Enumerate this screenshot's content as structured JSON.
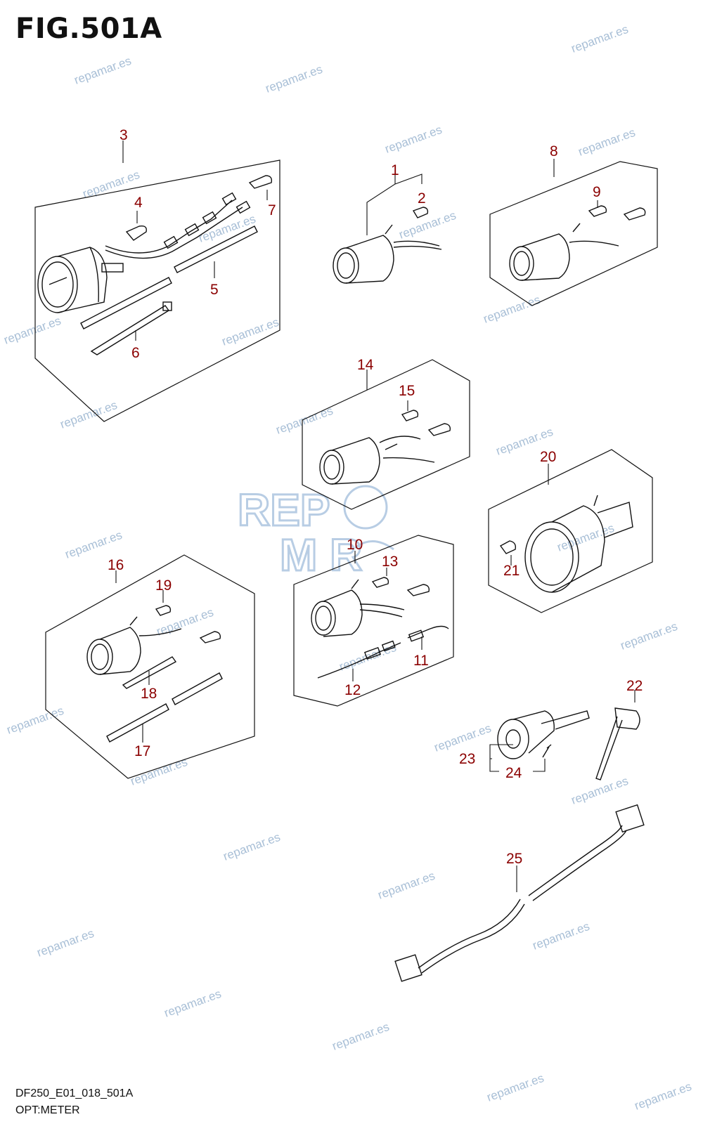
{
  "title": "FIG.501A",
  "footer": {
    "code": "DF250_E01_018_501A",
    "name": "OPT:METER"
  },
  "watermark": {
    "text": "repamar.es",
    "color": "#9ab4d0"
  },
  "logo": {
    "line1": "REP",
    "line2": "M  R"
  },
  "label_color": "#8b0000",
  "callouts": {
    "n1": "1",
    "n2": "2",
    "n3": "3",
    "n4": "4",
    "n5": "5",
    "n6": "6",
    "n7": "7",
    "n8": "8",
    "n9": "9",
    "n10": "10",
    "n11": "11",
    "n12": "12",
    "n13": "13",
    "n14": "14",
    "n15": "15",
    "n16": "16",
    "n17": "17",
    "n18": "18",
    "n19": "19",
    "n20": "20",
    "n21": "21",
    "n22": "22",
    "n23": "23",
    "n24": "24",
    "n25": "25"
  }
}
